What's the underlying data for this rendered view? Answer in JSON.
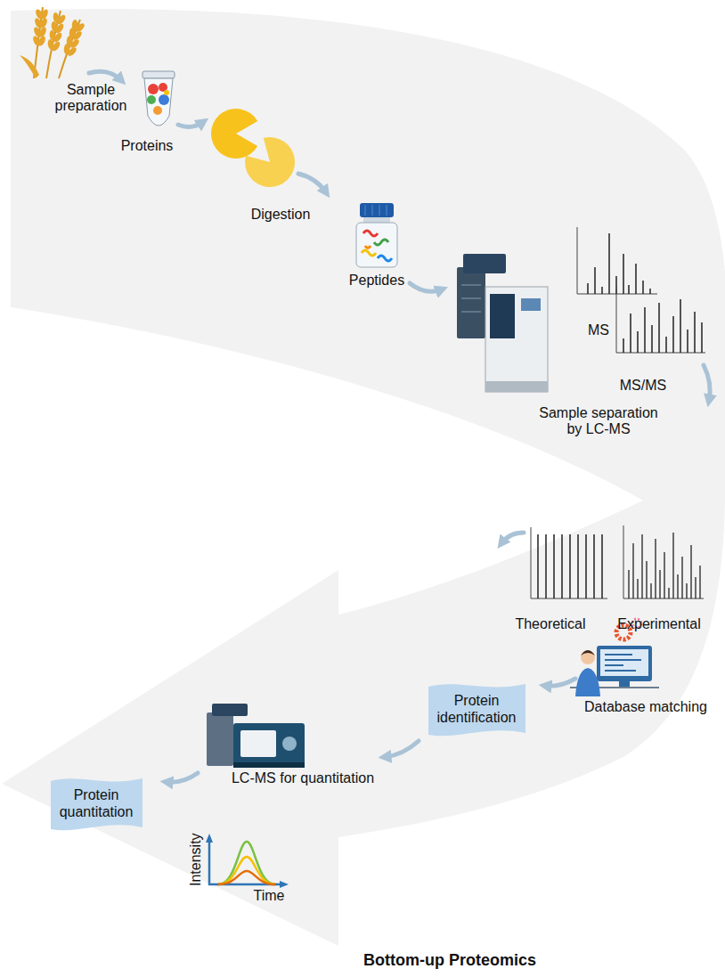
{
  "diagram": {
    "title": "Bottom-up Proteomics",
    "nodes": [
      {
        "text": [
          "Protein identification"
        ]
      },
      {
        "text": [
          "Protein quantitation"
        ]
      }
    ],
    "labels": [
      "Sample preparation",
      "Proteins",
      "Digestion",
      "Peptides",
      "MS",
      "MS/MS",
      "Sample separation by LC-MS",
      "Theoretical",
      "Experimental",
      "Database matching",
      "LC-MS for quantitation",
      "Intensity",
      "Time"
    ]
  }
}
